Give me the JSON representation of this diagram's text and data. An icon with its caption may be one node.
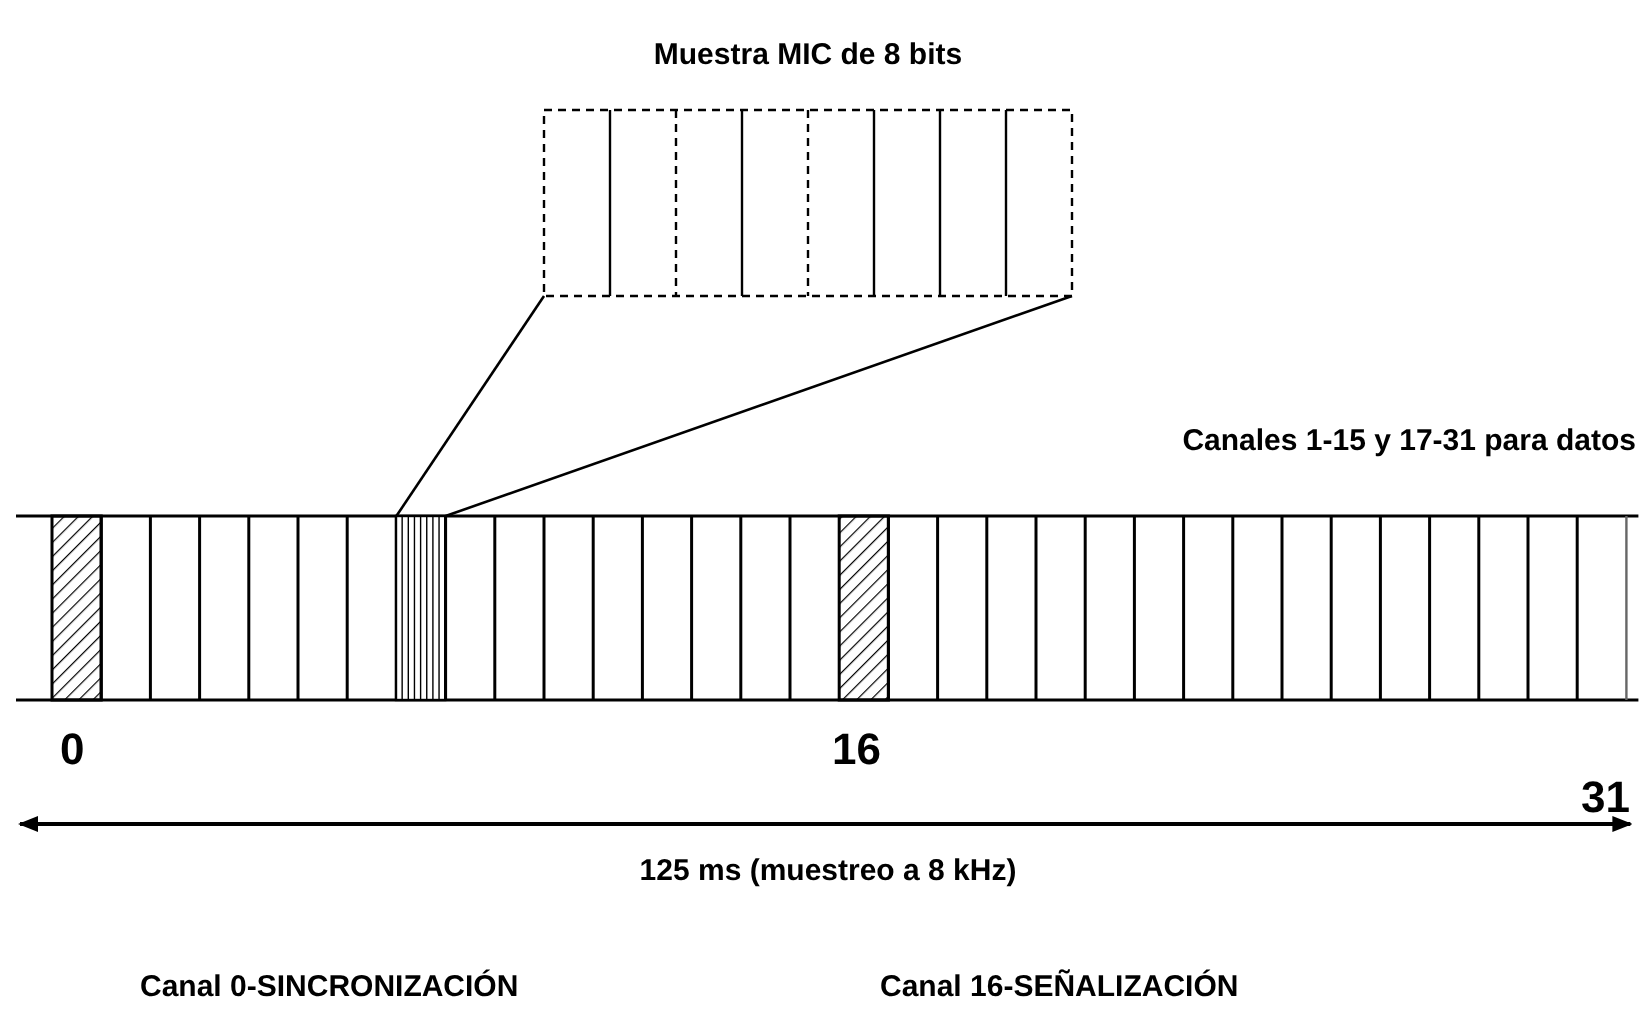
{
  "diagram": {
    "title": "Muestra MIC de 8 bits",
    "nodes": [
      {
        "text": [],
        "shape": "box"
      },
      {
        "text": [],
        "shape": "box"
      }
    ],
    "edges": [
      {
        "from": 1,
        "to": 0,
        "arrow": "none"
      },
      {
        "from": 1,
        "to": 0,
        "arrow": "none"
      }
    ],
    "labels": [
      "Canales 1-15 y 17-31 para datos",
      "0",
      "16",
      "31",
      "125 ms (muestreo a 8 kHz)",
      "Canal 0-SINCRONIZACIÓN",
      "Canal 16-SEÑALIZACIÓN"
    ]
  }
}
